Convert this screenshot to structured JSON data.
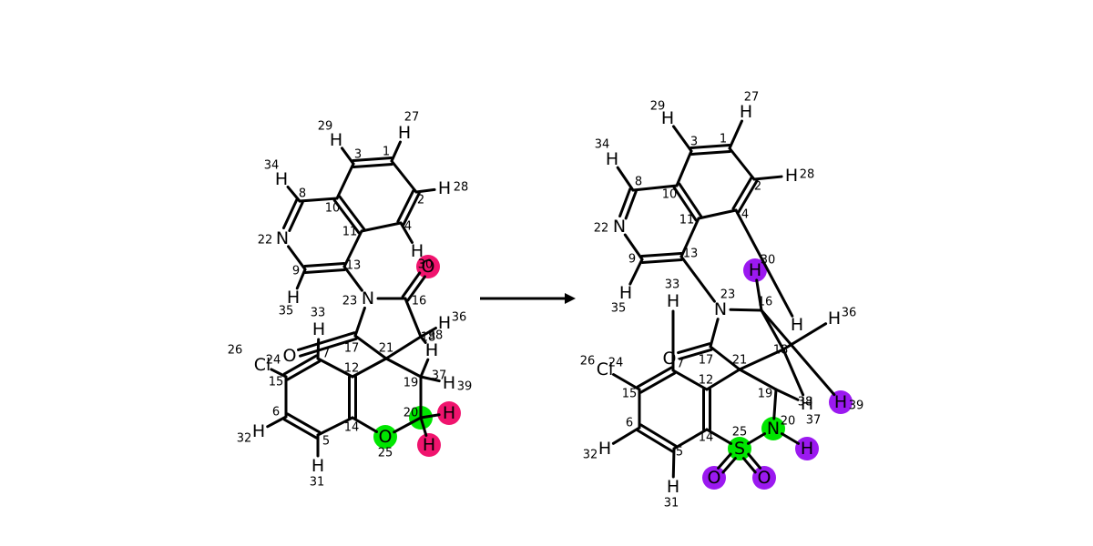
{
  "colors": {
    "pink": "#f0146e",
    "green": "#00e600",
    "purple": "#9b19f0"
  },
  "left_molecule": {
    "atoms": [
      {
        "el": "C",
        "idx": "1"
      },
      {
        "el": "C",
        "idx": "2"
      },
      {
        "el": "C",
        "idx": "3"
      },
      {
        "el": "C",
        "idx": "4"
      },
      {
        "el": "C",
        "idx": "5"
      },
      {
        "el": "C",
        "idx": "6"
      },
      {
        "el": "C",
        "idx": "7"
      },
      {
        "el": "C",
        "idx": "8"
      },
      {
        "el": "C",
        "idx": "9"
      },
      {
        "el": "C",
        "idx": "10"
      },
      {
        "el": "C",
        "idx": "11"
      },
      {
        "el": "C",
        "idx": "12"
      },
      {
        "el": "C",
        "idx": "13"
      },
      {
        "el": "C",
        "idx": "14"
      },
      {
        "el": "C",
        "idx": "15"
      },
      {
        "el": "C",
        "idx": "16"
      },
      {
        "el": "C",
        "idx": "17"
      },
      {
        "el": "C",
        "idx": "18"
      },
      {
        "el": "C",
        "idx": "19"
      },
      {
        "el": "C",
        "idx": "20",
        "highlight": "green"
      },
      {
        "el": "C",
        "idx": "21"
      },
      {
        "el": "N",
        "idx": "22"
      },
      {
        "el": "N",
        "idx": "23"
      },
      {
        "el": "Cl",
        "idx": "24"
      },
      {
        "el": "O",
        "idx": "25",
        "highlight": "green"
      },
      {
        "el": "Cl",
        "idx": "26"
      },
      {
        "el": "H",
        "idx": "27"
      },
      {
        "el": "H",
        "idx": "28"
      },
      {
        "el": "H",
        "idx": "29"
      },
      {
        "el": "O",
        "idx": "30",
        "highlight": "pink"
      },
      {
        "el": "H",
        "idx": "31"
      },
      {
        "el": "H",
        "idx": "32"
      },
      {
        "el": "H",
        "idx": "33"
      },
      {
        "el": "H",
        "idx": "34"
      },
      {
        "el": "H",
        "idx": "35"
      },
      {
        "el": "H",
        "idx": "36"
      },
      {
        "el": "H",
        "idx": "37"
      },
      {
        "el": "H",
        "idx": "38"
      },
      {
        "el": "H",
        "idx": "39"
      },
      {
        "el": "H",
        "idx": "",
        "highlight": "pink"
      },
      {
        "el": "H",
        "idx": "",
        "highlight": "pink"
      },
      {
        "el": "O",
        "idx": ""
      },
      {
        "el": "H",
        "idx": ""
      }
    ]
  },
  "right_molecule": {
    "atoms": [
      {
        "el": "C",
        "idx": "1"
      },
      {
        "el": "C",
        "idx": "2"
      },
      {
        "el": "C",
        "idx": "3"
      },
      {
        "el": "C",
        "idx": "4"
      },
      {
        "el": "C",
        "idx": "5"
      },
      {
        "el": "C",
        "idx": "6"
      },
      {
        "el": "C",
        "idx": "7"
      },
      {
        "el": "C",
        "idx": "8"
      },
      {
        "el": "C",
        "idx": "9"
      },
      {
        "el": "C",
        "idx": "10"
      },
      {
        "el": "C",
        "idx": "11"
      },
      {
        "el": "C",
        "idx": "12"
      },
      {
        "el": "C",
        "idx": "13"
      },
      {
        "el": "C",
        "idx": "14"
      },
      {
        "el": "C",
        "idx": "15"
      },
      {
        "el": "C",
        "idx": "16"
      },
      {
        "el": "C",
        "idx": "17"
      },
      {
        "el": "C",
        "idx": "18"
      },
      {
        "el": "C",
        "idx": "19"
      },
      {
        "el": "N",
        "idx": "20",
        "highlight": "green"
      },
      {
        "el": "C",
        "idx": "21"
      },
      {
        "el": "N",
        "idx": "22"
      },
      {
        "el": "N",
        "idx": "23"
      },
      {
        "el": "Cl",
        "idx": "24"
      },
      {
        "el": "S",
        "idx": "25",
        "highlight": "green"
      },
      {
        "el": "Cl",
        "idx": "26"
      },
      {
        "el": "H",
        "idx": "27"
      },
      {
        "el": "H",
        "idx": "28"
      },
      {
        "el": "H",
        "idx": "29"
      },
      {
        "el": "H",
        "idx": "30",
        "highlight": "purple"
      },
      {
        "el": "H",
        "idx": "31"
      },
      {
        "el": "H",
        "idx": "32"
      },
      {
        "el": "H",
        "idx": "33"
      },
      {
        "el": "H",
        "idx": "34"
      },
      {
        "el": "H",
        "idx": "35"
      },
      {
        "el": "H",
        "idx": "36"
      },
      {
        "el": "H",
        "idx": "37"
      },
      {
        "el": "H",
        "idx": "38"
      },
      {
        "el": "H",
        "idx": "39",
        "highlight": "purple"
      },
      {
        "el": "O",
        "idx": "",
        "highlight": "purple"
      },
      {
        "el": "O",
        "idx": "",
        "highlight": "purple"
      },
      {
        "el": "H",
        "idx": "",
        "highlight": "purple"
      },
      {
        "el": "O",
        "idx": ""
      }
    ]
  }
}
